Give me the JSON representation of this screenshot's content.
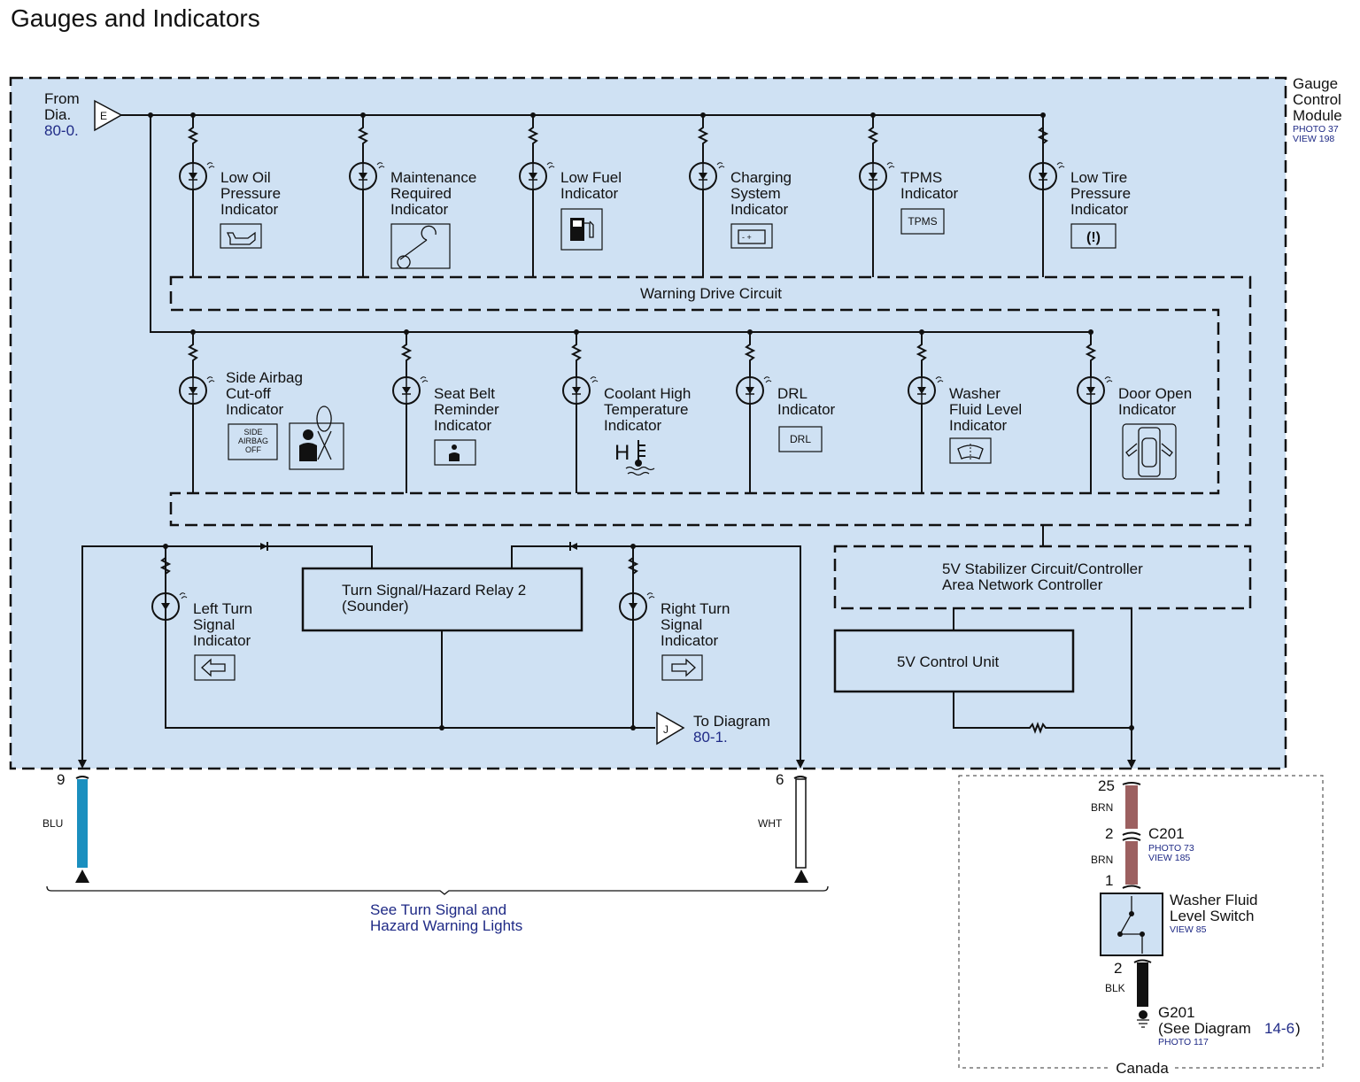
{
  "title": "Gauges and Indicators",
  "module": {
    "name_lines": [
      "Gauge",
      "Control",
      "Module"
    ],
    "photo": "PHOTO 37",
    "view": "VIEW 198",
    "bg_color": "#cfe1f3"
  },
  "from_ref": {
    "lines": [
      "From",
      "Dia."
    ],
    "ref": "80-0.",
    "connector": "E"
  },
  "to_ref": {
    "lines": [
      "To Diagram"
    ],
    "ref": "80-1.",
    "connector": "J"
  },
  "row1_indicators": [
    {
      "lines": [
        "Low Oil",
        "Pressure",
        "Indicator"
      ],
      "icon": "oil-can-icon"
    },
    {
      "lines": [
        "Maintenance",
        "Required",
        "Indicator"
      ],
      "icon": "wrench-icon"
    },
    {
      "lines": [
        "Low Fuel",
        "Indicator"
      ],
      "icon": "fuel-pump-icon"
    },
    {
      "lines": [
        "Charging",
        "System",
        "Indicator"
      ],
      "icon": "battery-icon"
    },
    {
      "lines": [
        "TPMS",
        "Indicator"
      ],
      "icon": "tpms-text-icon",
      "icon_text": "TPMS"
    },
    {
      "lines": [
        "Low Tire",
        "Pressure",
        "Indicator"
      ],
      "icon": "tire-pressure-icon"
    }
  ],
  "warning_drive_circuit": "Warning Drive Circuit",
  "row2_indicators": [
    {
      "lines": [
        "Side Airbag",
        "Cut-off",
        "Indicator"
      ],
      "icon": "side-airbag-off-icon",
      "icon_text": [
        "SIDE",
        "AIRBAG",
        "OFF"
      ]
    },
    {
      "lines": [
        "Seat Belt",
        "Reminder",
        "Indicator"
      ],
      "icon": "seat-belt-icon"
    },
    {
      "lines": [
        "Coolant High",
        "Temperature",
        "Indicator"
      ],
      "icon": "coolant-temp-icon",
      "icon_text": "H"
    },
    {
      "lines": [
        "DRL",
        "Indicator"
      ],
      "icon": "drl-text-icon",
      "icon_text": "DRL"
    },
    {
      "lines": [
        "Washer",
        "Fluid Level",
        "Indicator"
      ],
      "icon": "washer-fluid-icon"
    },
    {
      "lines": [
        "Door Open",
        "Indicator"
      ],
      "icon": "door-open-icon"
    }
  ],
  "turn_signals": {
    "left": {
      "lines": [
        "Left Turn",
        "Signal",
        "Indicator"
      ],
      "icon": "left-arrow-icon"
    },
    "right": {
      "lines": [
        "Right Turn",
        "Signal",
        "Indicator"
      ],
      "icon": "right-arrow-icon"
    },
    "relay": [
      "Turn Signal/Hazard Relay 2",
      "(Sounder)"
    ]
  },
  "stabilizer": [
    "5V Stabilizer Circuit/Controller",
    "Area Network Controller"
  ],
  "control_unit": "5V Control Unit",
  "left_wires": [
    {
      "pin": "9",
      "color_name": "BLU",
      "color": "#1a8fbf"
    },
    {
      "pin": "6",
      "color_name": "WHT",
      "color": "#ffffff"
    }
  ],
  "see_note": [
    "See Turn Signal and",
    "Hazard Warning Lights"
  ],
  "canada": {
    "label": "Canada",
    "pin_top": "25",
    "wire1_color_name": "BRN",
    "connector": {
      "pin_a": "2",
      "name": "C201",
      "photo": "PHOTO 73",
      "view": "VIEW 185"
    },
    "wire2_color_name": "BRN",
    "pin_switch_top": "1",
    "wire_color": "#9c6060",
    "switch": {
      "lines": [
        "Washer Fluid",
        "Level Switch"
      ],
      "view": "VIEW 85"
    },
    "pin_switch_bottom": "2",
    "wire3_color_name": "BLK",
    "ground": {
      "name": "G201",
      "note_prefix": "(See Diagram",
      "ref": "14-6",
      "note_suffix": ")",
      "photo": "PHOTO 117"
    }
  }
}
